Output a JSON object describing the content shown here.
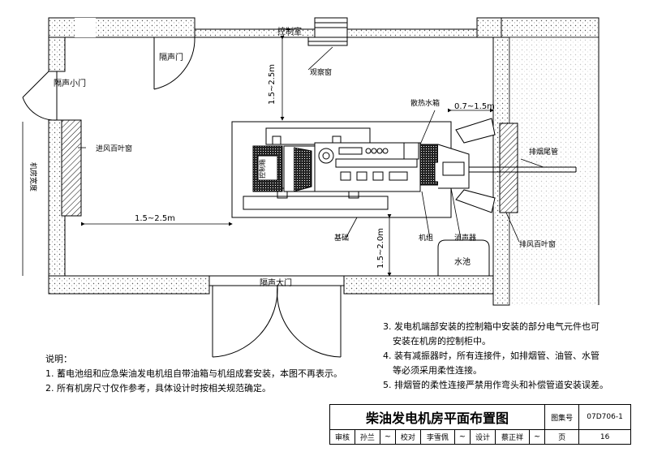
{
  "labels": {
    "control_room": "控制室",
    "soundproof_door": "隔声门",
    "small_soundproof_door": "隔声小门",
    "observation_window": "观察窗",
    "radiator_tank": "散热水箱",
    "dim_top": "1.5~2.5m",
    "dim_right": "0.7~1.5m",
    "room_width": "机房宽度",
    "intake_louver": "进风百叶窗",
    "control_box": "控制箱",
    "exhaust_pipe": "排烟尾管",
    "dim_left": "1.5~2.5m",
    "foundation": "基础",
    "unit": "机组",
    "muffler": "消声器",
    "exhaust_louver": "排风百叶窗",
    "dim_bottom": "1.5~2.0m",
    "pool": "水池",
    "main_soundproof_door": "隔声大门"
  },
  "notes_left": {
    "heading": "说明：",
    "items": [
      "1. 蓄电池组和应急柴油发电机组自带油箱与机组成套安装，本图不再表示。",
      "2. 所有机房尺寸仅作参考，具体设计时按相关规范确定。"
    ]
  },
  "notes_right": {
    "items": [
      "3. 发电机端部安装的控制箱中安装的部分电气元件也可",
      "安装在机房的控制柜中。",
      "4. 装有减振器时，所有连接件，如排烟管、油管、水管",
      "等必须采用柔性连接。",
      "5. 排烟管的柔性连接严禁用作弯头和补偿管道安装误差。"
    ]
  },
  "title_block": {
    "title": "柴油发电机房平面布置图",
    "atlas_label": "图集号",
    "atlas_no": "07D706-1",
    "review_label": "审核",
    "reviewer": "孙兰",
    "proof_label": "校对",
    "proofer": "李雪佩",
    "design_label": "设计",
    "designer": "蔡正祥",
    "page_label": "页",
    "page_no": "16"
  }
}
